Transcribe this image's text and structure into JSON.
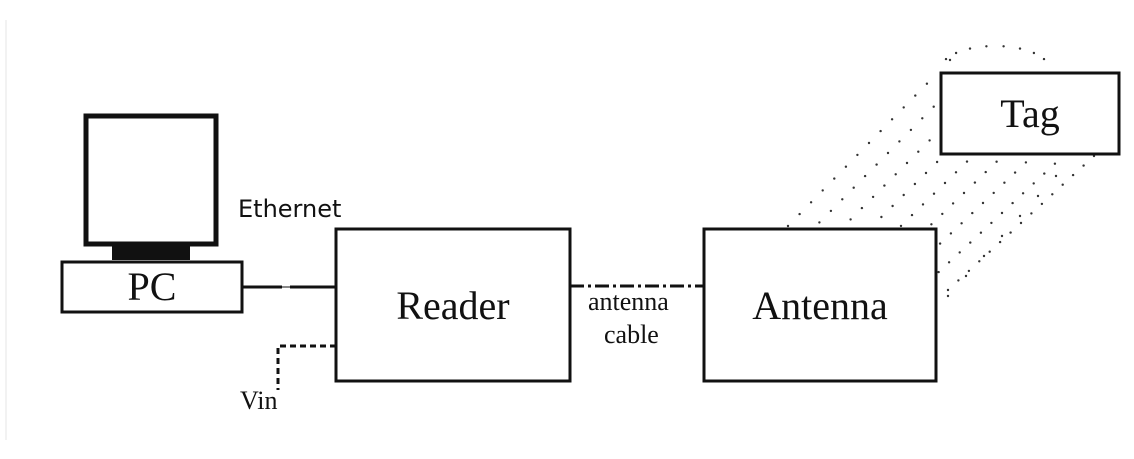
{
  "diagram": {
    "nodes": {
      "pc": "PC",
      "reader": "Reader",
      "antenna": "Antenna",
      "tag": "Tag"
    },
    "edges": {
      "ethernet": "Ethernet",
      "vin": "Vin",
      "antenna_cable_line1": "antenna",
      "antenna_cable_line2": "cable"
    },
    "icons": {
      "computer": "monitor-icon",
      "radio_field": "radio-wave-dots"
    }
  }
}
